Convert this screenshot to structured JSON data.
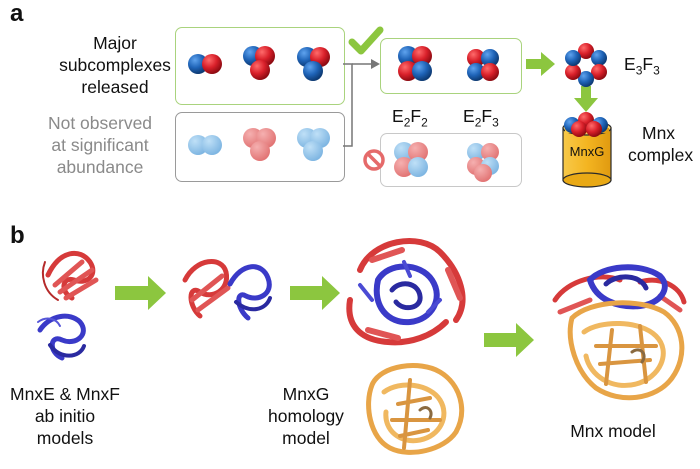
{
  "panel_a": {
    "letter": "a",
    "major_label": [
      "Major",
      "subcomplexes",
      "released"
    ],
    "not_observed_label": [
      "Not observed",
      "at significant",
      "abundance"
    ],
    "e2f2": "E2F2",
    "e3f3": "E3F3",
    "mnxg_label": "MnxG",
    "mnx_complex_label": [
      "Mnx",
      "complex"
    ],
    "colors": {
      "mnxe_red": "#d9202a",
      "mnxf_blue": "#1f64b8",
      "faint_red": "#ec8b8b",
      "faint_blue": "#8ec2e9",
      "green": "#8cc63f",
      "mnxg_gold": "#f4b521"
    },
    "icons": [
      "checkmark-icon",
      "prohibited-icon",
      "arrow-icon"
    ]
  },
  "panel_b": {
    "letter": "b",
    "caption_1": [
      "MnxE & MnxF",
      "ab initio",
      "models"
    ],
    "caption_2": [
      "MnxG",
      "homology",
      "model"
    ],
    "caption_3": "Mnx model"
  }
}
